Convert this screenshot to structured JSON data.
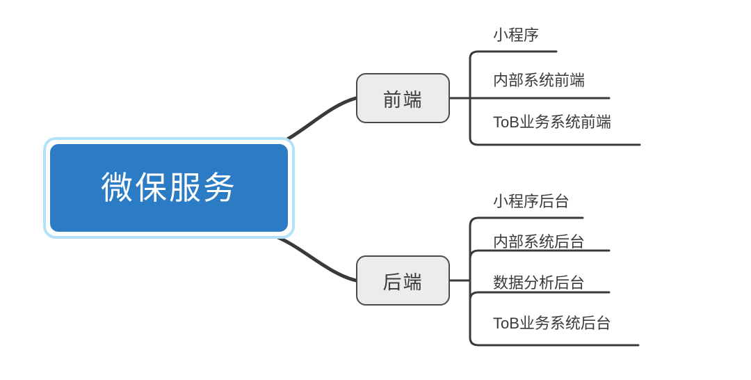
{
  "diagram": {
    "type": "mindmap",
    "title": "微保服务",
    "orientation": "left-to-right",
    "colors": {
      "root_fill": "#2b7cc4",
      "root_text": "#ffffff",
      "root_halo": "#b3e2f7",
      "branch_fill": "#ececec",
      "branch_border": "#4a4a4a",
      "line": "#3a3a3a",
      "leaf_text": "#3a3a3a",
      "background": "#ffffff"
    },
    "root": {
      "label": "微保服务"
    },
    "branches": [
      {
        "label": "前端",
        "leaves": [
          {
            "label": "小程序"
          },
          {
            "label": "内部系统前端"
          },
          {
            "label": "ToB业务系统前端"
          }
        ]
      },
      {
        "label": "后端",
        "leaves": [
          {
            "label": "小程序后台"
          },
          {
            "label": "内部系统后台"
          },
          {
            "label": "数据分析后台"
          },
          {
            "label": "ToB业务系统后台"
          }
        ]
      }
    ]
  }
}
